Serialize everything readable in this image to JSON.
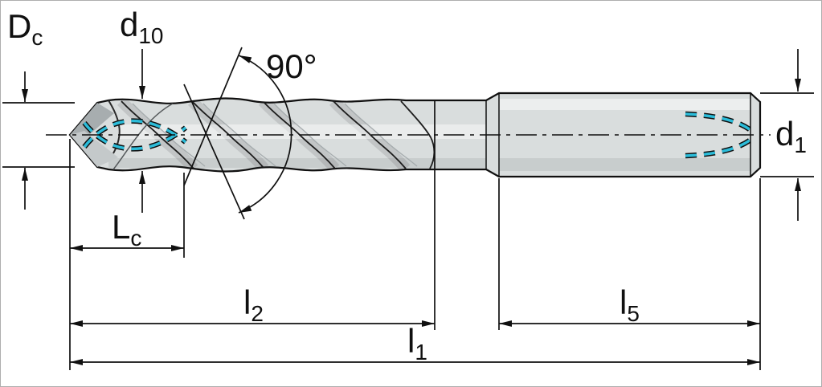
{
  "diagram": {
    "subject": "twist-drill-dimension-drawing",
    "colors": {
      "outline": "#101010",
      "body_fill": "#d9dddd",
      "coolant_accent": "#2bbcd9"
    },
    "dimensions": {
      "dc": {
        "main": "D",
        "sub": "c"
      },
      "d10": {
        "main": "d",
        "sub": "10"
      },
      "angle": "90°",
      "d1": {
        "main": "d",
        "sub": "1"
      },
      "lc": {
        "main": "L",
        "sub": "c"
      },
      "l2": {
        "main": "l",
        "sub": "2"
      },
      "l5": {
        "main": "l",
        "sub": "5"
      },
      "l1": {
        "main": "l",
        "sub": "1"
      }
    }
  }
}
